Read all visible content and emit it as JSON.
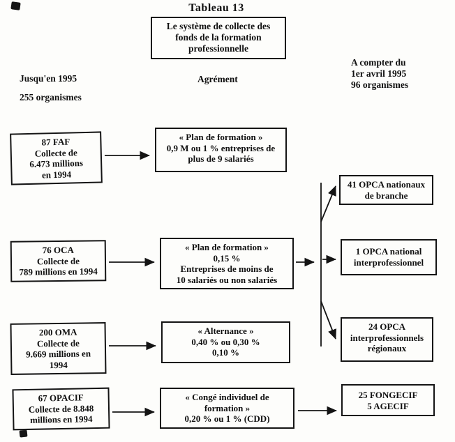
{
  "title": "Tableau 13",
  "header_box": "Le système de collecte des\nfonds de la formation\nprofessionnelle",
  "column_headers": {
    "left": "Jusqu'en 1995\n255 organismes",
    "center": "Agrément",
    "right": "A compter du\n1er avril 1995\n96 organismes"
  },
  "boxes": {
    "source": [
      "87 FAF\nCollecte de\n6.473 millions\nen 1994",
      "76 OCA\nCollecte de\n789 millions en 1994",
      "200 OMA\nCollecte de\n9.669 millions en\n1994",
      "67 OPACIF\nCollecte de 8.848\nmillions en 1994"
    ],
    "agrement": [
      "« Plan de formation »\n0,9 M ou 1 % entreprises de\nplus de 9 salariés",
      "« Plan de formation »\n0,15 %\nEntreprises de moins de\n10 salariés ou non salariés",
      "« Alternance »\n0,40 % ou 0,30 %\n0,10 %",
      "« Congé individuel de\nformation »\n0,20 % ou 1 % (CDD)"
    ],
    "target": [
      "41 OPCA nationaux\nde branche",
      "1 OPCA national\ninterprofessionnel",
      "24 OPCA\ninterprofessionnels\nrégionaux",
      "25 FONGECIF\n5 AGECIF"
    ]
  },
  "colors": {
    "ink": "#141414",
    "paper": "#fdfdfb"
  }
}
